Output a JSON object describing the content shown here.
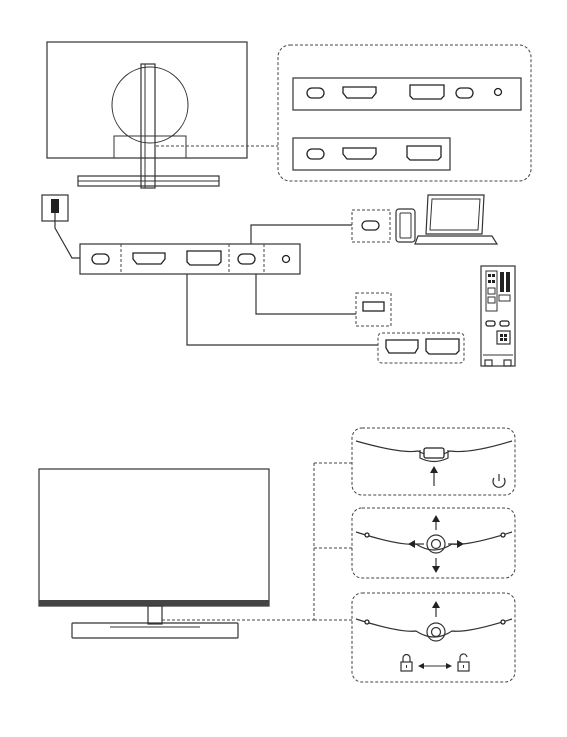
{
  "diagram": {
    "sections": [
      "monitor-rear-connection-diagram",
      "monitor-front-control-diagram"
    ],
    "devices": [
      "monitor-rear",
      "power-outlet",
      "phone",
      "laptop",
      "desktop-tower",
      "monitor-front"
    ],
    "icons": [
      "power-icon",
      "arrow-up-icon",
      "arrow-down-icon",
      "arrow-left-icon",
      "arrow-right-icon",
      "lock-icon",
      "unlock-icon",
      "double-arrow-icon"
    ],
    "control_panels": [
      "power-button-press",
      "joystick-navigate",
      "joystick-lock"
    ],
    "colors": {
      "line": "#333333",
      "background": "#ffffff",
      "fill": "#222222"
    }
  }
}
